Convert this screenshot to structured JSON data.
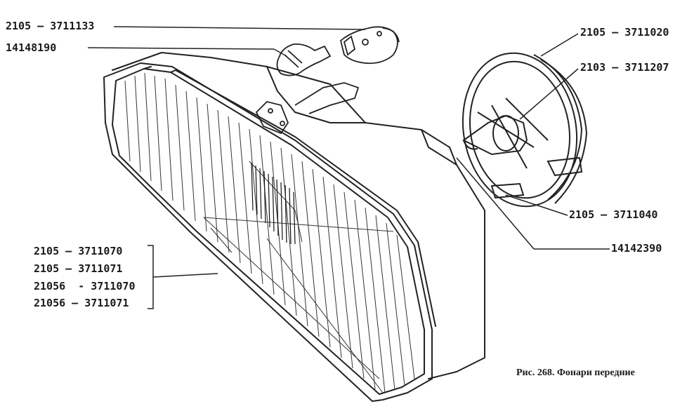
{
  "labels": {
    "l1": "2105 — 3711133",
    "l2": "14148190",
    "l3": "2105 — 3711020",
    "l4": "2103 — 3711207",
    "l5": "2105 — 3711040",
    "l6": "14142390",
    "g1": "2105 — 3711070",
    "g2": "2105 — 3711071",
    "g3": "21056  - 3711070",
    "g4": "21056 — 3711071"
  },
  "caption": "Рис. 268. Фонари передние"
}
